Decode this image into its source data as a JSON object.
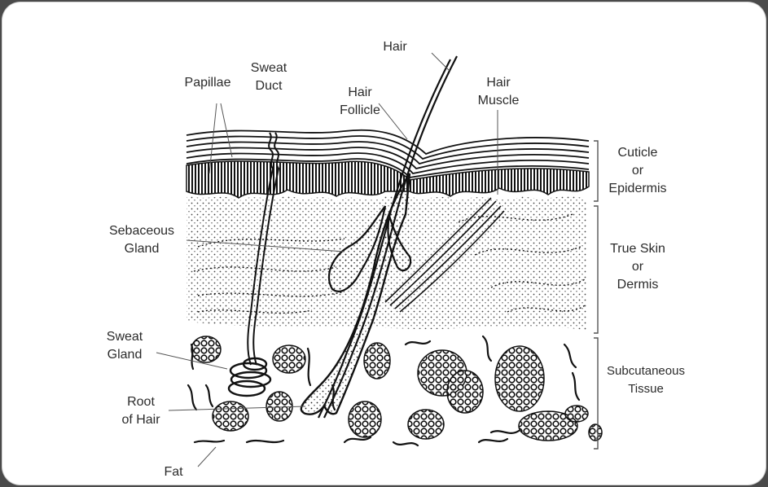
{
  "labels": {
    "hair": "Hair",
    "papillae": "Papillae",
    "sweat_duct": "Sweat\nDuct",
    "hair_follicle": "Hair\nFollicle",
    "hair_muscle": "Hair\nMuscle",
    "cuticle": "Cuticle\nor\nEpidermis",
    "true_skin": "True Skin\nor\nDermis",
    "sebaceous_gland": "Sebaceous\nGland",
    "sweat_gland": "Sweat\nGland",
    "subcutaneous": "Subcutaneous\nTissue",
    "root_of_hair": "Root\nof Hair",
    "fat": "Fat"
  }
}
